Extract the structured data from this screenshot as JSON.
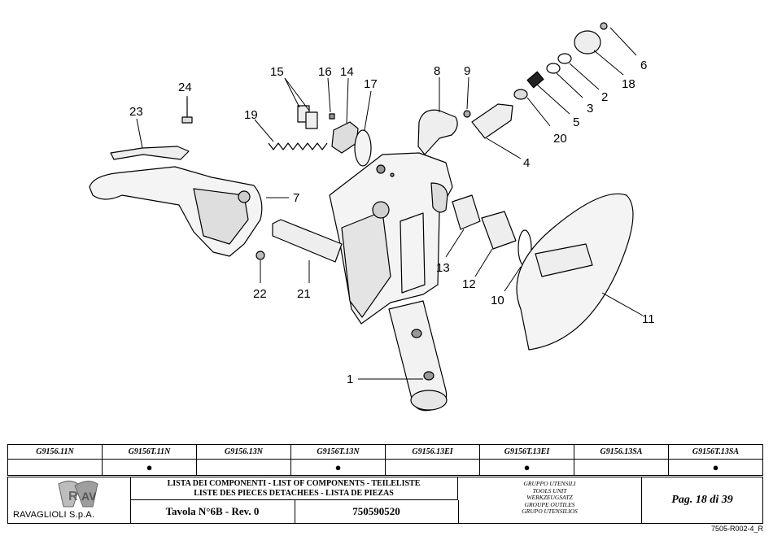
{
  "callouts": [
    "1",
    "2",
    "3",
    "4",
    "5",
    "6",
    "7",
    "8",
    "9",
    "10",
    "11",
    "12",
    "13",
    "14",
    "15",
    "16",
    "17",
    "18",
    "19",
    "20",
    "21",
    "22",
    "23",
    "24"
  ],
  "models": [
    {
      "code": "G9156.11N",
      "marked": ""
    },
    {
      "code": "G9156T.11N",
      "marked": "●"
    },
    {
      "code": "G9156.13N",
      "marked": ""
    },
    {
      "code": "G9156T.13N",
      "marked": "●"
    },
    {
      "code": "G9156.13EI",
      "marked": ""
    },
    {
      "code": "G9156T.13EI",
      "marked": "●"
    },
    {
      "code": "G9156.13SA",
      "marked": ""
    },
    {
      "code": "G9156T.13SA",
      "marked": "●"
    }
  ],
  "title_block": {
    "company": "RAVAGLIOLI S.p.A.",
    "lists_line1": "LISTA DEI COMPONENTI - LIST OF COMPONENTS - TEILELISTE",
    "lists_line2": "LISTE DES PIECES DETACHEES - LISTA DE PIEZAS",
    "table": "Tavola N°6B - Rev. 0",
    "code": "750590520",
    "group": [
      "GRUPPO UTENSILI",
      "TOOLS UNIT",
      "WERKZEUGSATZ",
      "GROUPE OUTILES",
      "GRUPO UTENSILIOS"
    ],
    "page": "Pag. 18 di 39"
  },
  "doc_ref": "7505-R002-4_R"
}
